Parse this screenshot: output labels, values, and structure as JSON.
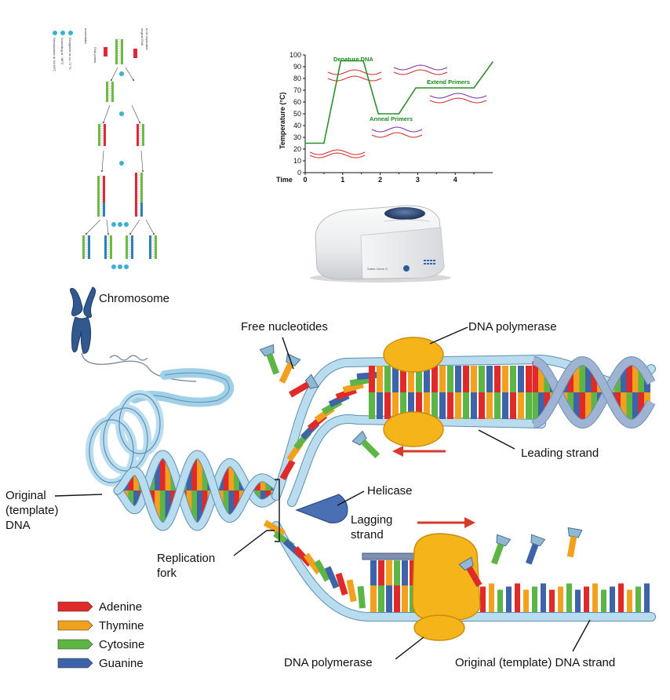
{
  "colors": {
    "adenine": "#e02a2a",
    "thymine": "#f2a11f",
    "cytosine": "#5db545",
    "guanine": "#3e63a8",
    "backbone": "#b9dcef",
    "backbone_stroke": "#5b8fb3",
    "polymerase": "#f4b41a",
    "helicase": "#4a6fb3",
    "chromosome": "#31588f",
    "temp_line": "#2a8f2a",
    "arrow": "#d63a2a"
  },
  "pcr_cycle_panel": {
    "steps": [
      "Denaturation at 94-96°C",
      "Annealing at ~68°C",
      "Elongation at ca. 72 °C"
    ],
    "top_labels": [
      "original DNA",
      "to be replicated"
    ],
    "side_labels": [
      "nucleotides",
      "DNA primer"
    ]
  },
  "temperature_chart": {
    "ylabel": "Temperature (°C)",
    "xlabel": "Time",
    "y_ticks": [
      "100",
      "90",
      "80",
      "70",
      "60",
      "50",
      "40",
      "30",
      "20",
      "10",
      "0"
    ],
    "x_ticks": [
      "0",
      "1",
      "2",
      "3",
      "4"
    ],
    "step_labels": {
      "denature": "Denature DNA",
      "anneal": "Anneal Primers",
      "extend": "Extend Primers"
    }
  },
  "chart_data": {
    "type": "line",
    "title": "",
    "xlabel": "Time",
    "ylabel": "Temperature (°C)",
    "xlim": [
      0,
      5
    ],
    "ylim": [
      0,
      100
    ],
    "grid": false,
    "x": [
      0,
      0.5,
      0.95,
      1.55,
      1.95,
      2.5,
      2.95,
      4.5,
      5.0
    ],
    "y": [
      25,
      25,
      95,
      95,
      50,
      50,
      72,
      72,
      94
    ],
    "annotations": [
      "Denature DNA",
      "Anneal Primers",
      "Extend Primers"
    ]
  },
  "thermocycler": {
    "brand_text": "Saber-Gene G"
  },
  "labels": {
    "chromosome": "Chromosome",
    "free_nucleotides": "Free nucleotides",
    "dna_polymerase_top": "DNA polymerase",
    "leading_strand": "Leading strand",
    "helicase": "Helicase",
    "lagging_strand": "Lagging\nstrand",
    "original_template_dna": "Original\n(template)\nDNA",
    "replication_fork": "Replication\nfork",
    "dna_polymerase_bottom": "DNA polymerase",
    "original_template_strand": "Original (template) DNA strand"
  },
  "legend": [
    {
      "name": "Adenine",
      "color": "#e02a2a"
    },
    {
      "name": "Thymine",
      "color": "#f2a11f"
    },
    {
      "name": "Cytosine",
      "color": "#5db545"
    },
    {
      "name": "Guanine",
      "color": "#3e63a8"
    }
  ]
}
